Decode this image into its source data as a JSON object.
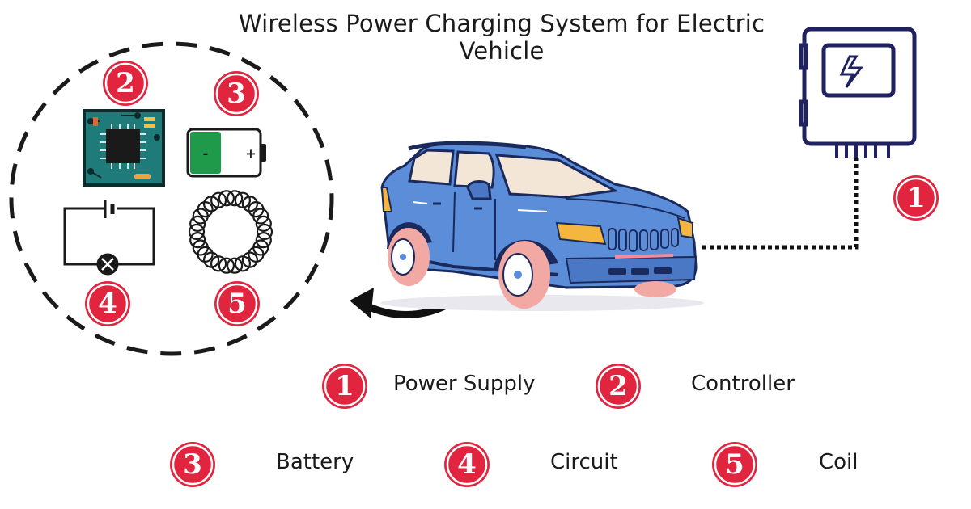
{
  "title": "Wireless Power Charging System for Electric Vehicle",
  "badges": {
    "power_supply": "1",
    "controller": "2",
    "battery": "3",
    "circuit": "4",
    "coil": "5"
  },
  "battery_icon": {
    "minus": "-",
    "plus": "+"
  },
  "legend": [
    {
      "number": "1",
      "label": "Power Supply"
    },
    {
      "number": "2",
      "label": "Controller"
    },
    {
      "number": "3",
      "label": "Battery"
    },
    {
      "number": "4",
      "label": "Circuit"
    },
    {
      "number": "5",
      "label": "Coil"
    }
  ],
  "colors": {
    "badge": "#e1253f",
    "car_body": "#5b8dd9",
    "car_outline": "#1a2a5c",
    "charger_outline": "#1f2160",
    "battery_fill": "#1e9a4a",
    "circuit_board": "#1f7a7a"
  }
}
